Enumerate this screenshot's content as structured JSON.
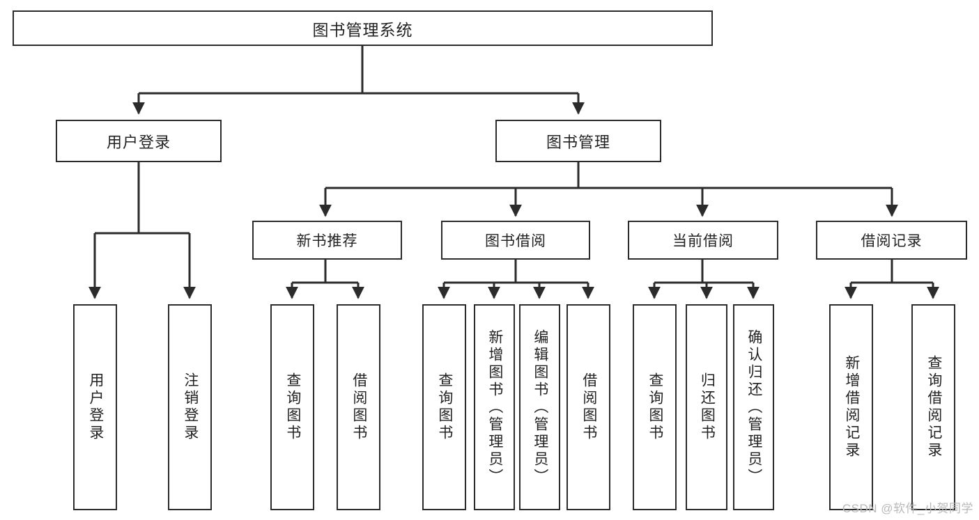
{
  "diagram": {
    "title": "图书管理系统",
    "type": "tree-hierarchy-chart",
    "root": {
      "label": "图书管理系统"
    },
    "level2": [
      {
        "label": "用户登录"
      },
      {
        "label": "图书管理"
      }
    ],
    "level3": [
      {
        "label": "新书推荐"
      },
      {
        "label": "图书借阅"
      },
      {
        "label": "当前借阅"
      },
      {
        "label": "借阅记录"
      }
    ],
    "leaves": [
      {
        "label": "用户登录",
        "parent": "用户登录"
      },
      {
        "label": "注销登录",
        "parent": "用户登录"
      },
      {
        "label": "查询图书",
        "parent": "新书推荐"
      },
      {
        "label": "借阅图书",
        "parent": "新书推荐"
      },
      {
        "label": "查询图书",
        "parent": "图书借阅"
      },
      {
        "label": "新增图书（管理员）",
        "parent": "图书借阅"
      },
      {
        "label": "编辑图书（管理员）",
        "parent": "图书借阅"
      },
      {
        "label": "借阅图书",
        "parent": "图书借阅"
      },
      {
        "label": "查询图书",
        "parent": "当前借阅"
      },
      {
        "label": "归还图书",
        "parent": "当前借阅"
      },
      {
        "label": "确认归还（管理员）",
        "parent": "当前借阅"
      },
      {
        "label": "新增借阅记录",
        "parent": "借阅记录"
      },
      {
        "label": "查询借阅记录",
        "parent": "借阅记录"
      }
    ]
  },
  "watermark": {
    "text": "CSDN @软件_小贺同学"
  },
  "colors": {
    "stroke": "#2b2b2b",
    "background": "#ffffff",
    "text": "#222222",
    "watermark": "#b9b9b9"
  }
}
